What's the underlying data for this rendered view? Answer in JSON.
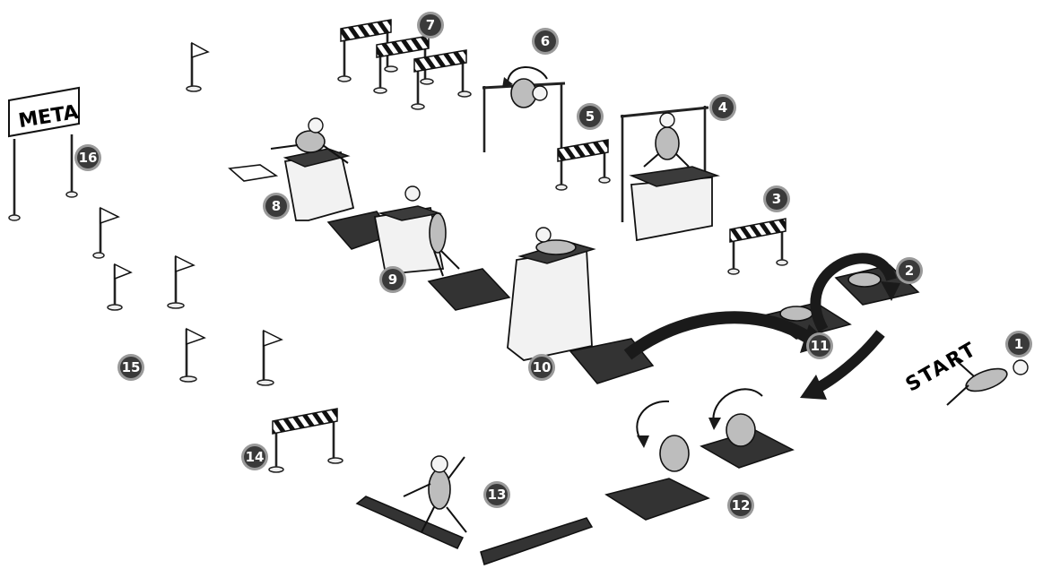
{
  "labels": {
    "finish": "META",
    "start": "START"
  },
  "stations": [
    {
      "n": "1"
    },
    {
      "n": "2"
    },
    {
      "n": "3"
    },
    {
      "n": "4"
    },
    {
      "n": "5"
    },
    {
      "n": "6"
    },
    {
      "n": "7"
    },
    {
      "n": "8"
    },
    {
      "n": "9"
    },
    {
      "n": "10"
    },
    {
      "n": "11"
    },
    {
      "n": "12"
    },
    {
      "n": "13"
    },
    {
      "n": "14"
    },
    {
      "n": "15"
    },
    {
      "n": "16"
    }
  ],
  "colors": {
    "badge_fill": "#3a3a3a",
    "badge_ring": "#9a9a9a",
    "mat": "#333333",
    "arrow": "#1a1a1a"
  }
}
